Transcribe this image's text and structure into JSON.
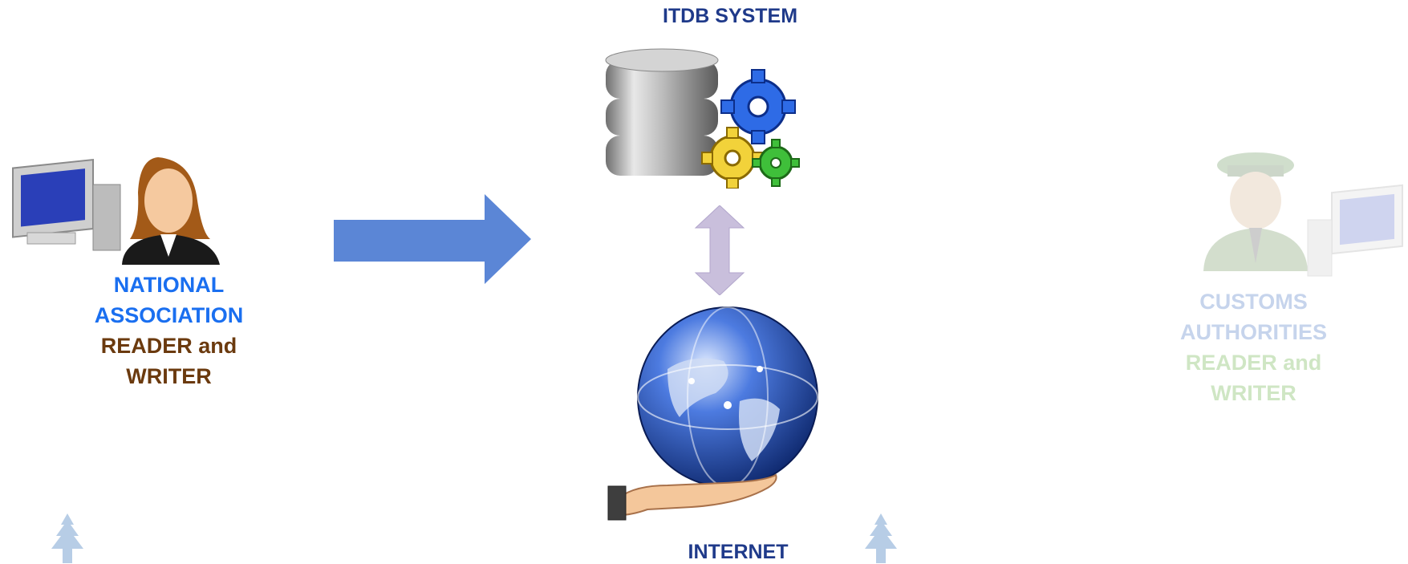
{
  "itdb": {
    "title": "ITDB SYSTEM"
  },
  "internet": {
    "title": "INTERNET"
  },
  "national": {
    "line1": "NATIONAL",
    "line2": "ASSOCIATION",
    "line3": "READER and",
    "line4": "WRITER"
  },
  "customs": {
    "line1": "CUSTOMS",
    "line2": "AUTHORITIES",
    "line3": "READER and",
    "line4": "WRITER"
  },
  "colors": {
    "blue_text": "#1a6ff0",
    "brown_text": "#6b3a0e",
    "dark_blue_text": "#1f3a8a",
    "faded_blue_text": "#c6d4ec",
    "faded_green_text": "#cfe6c4",
    "arrow_fill": "#5b86d6",
    "double_arrow_fill": "#c9bfdc"
  }
}
